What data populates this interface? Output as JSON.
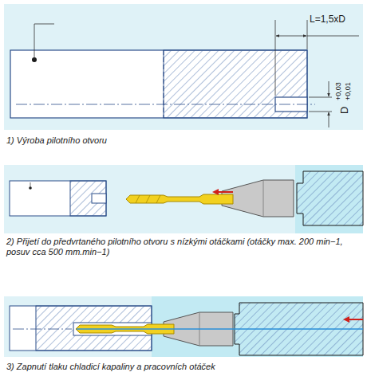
{
  "diagram": {
    "labels": [
      "L=1,5xD",
      "D",
      "+0,03",
      "+0,01",
      "1) Výroba pilotního otvoru",
      "2) Přijetí do předvrtaného pilotního otvoru s nízkými otáčkami (otáčky max. 200 min−1, posuv cca 500 mm.min−1)",
      "3) Zapnutí tlaku chladicí kapaliny a pracovních otáček"
    ]
  }
}
